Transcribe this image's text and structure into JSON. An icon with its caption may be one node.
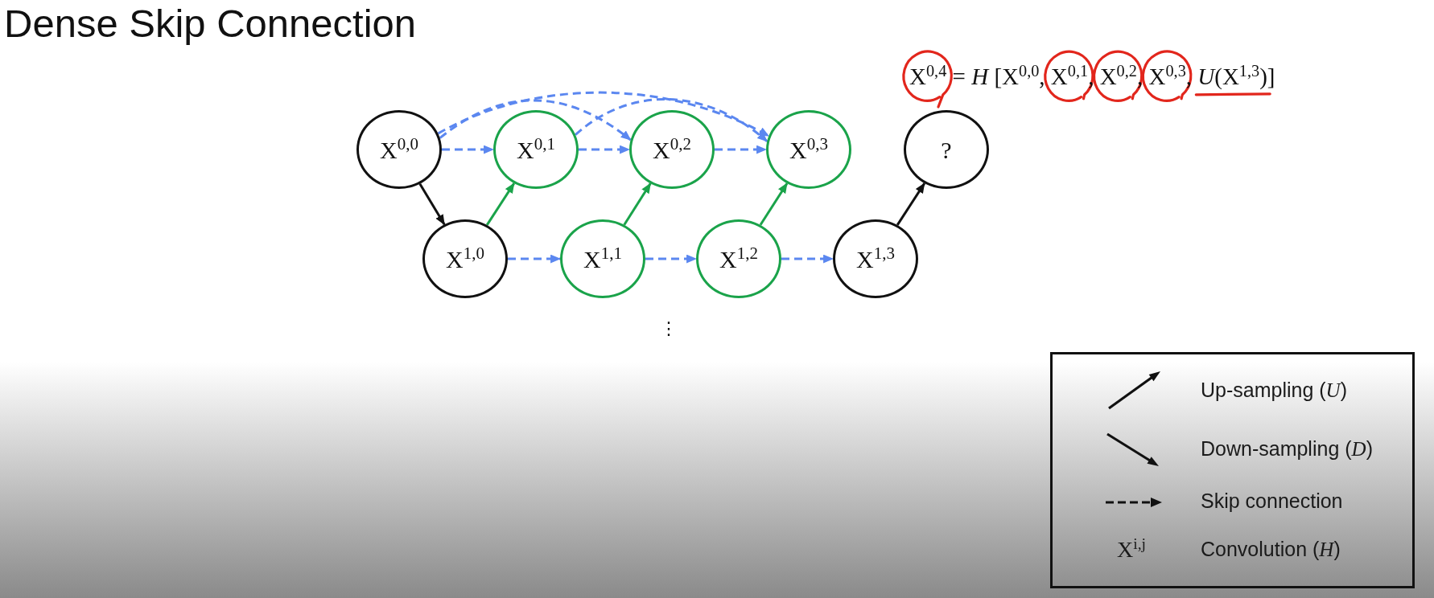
{
  "diagram": {
    "title": "Dense Skip Connection",
    "nodes": [
      {
        "text": [
          "X$^{0,0}$"
        ]
      },
      {
        "text": [
          "X$^{0,1}$"
        ]
      },
      {
        "text": [
          "X$^{0,2}$"
        ]
      },
      {
        "text": [
          "X$^{0,3}$"
        ]
      },
      {
        "text": [
          "?"
        ]
      },
      {
        "text": [
          "X$^{1,0}$"
        ]
      },
      {
        "text": [
          "X$^{1,1}$"
        ]
      },
      {
        "text": [
          "X$^{1,2}$"
        ]
      },
      {
        "text": [
          "X$^{1,3}$"
        ]
      }
    ],
    "edges": [
      {
        "from": 0,
        "to": 5,
        "arrow": "to",
        "color": "#111111"
      },
      {
        "from": 5,
        "to": 1,
        "arrow": "to",
        "color": "#1aa34a"
      },
      {
        "from": 6,
        "to": 2,
        "arrow": "to",
        "color": "#1aa34a"
      },
      {
        "from": 7,
        "to": 3,
        "arrow": "to",
        "color": "#1aa34a"
      },
      {
        "from": 8,
        "to": 4,
        "arrow": "to",
        "color": "#111111"
      },
      {
        "from": 0,
        "to": 1,
        "arrow": "to",
        "style": "dashed"
      },
      {
        "from": 1,
        "to": 2,
        "arrow": "to",
        "style": "dashed"
      },
      {
        "from": 2,
        "to": 3,
        "arrow": "to",
        "style": "dashed"
      },
      {
        "from": 5,
        "to": 6,
        "arrow": "to",
        "style": "dashed"
      },
      {
        "from": 6,
        "to": 7,
        "arrow": "to",
        "style": "dashed"
      },
      {
        "from": 7,
        "to": 8,
        "arrow": "to",
        "style": "dashed"
      },
      {
        "from": 0,
        "to": 2,
        "arrow": "to",
        "style": "dashed"
      },
      {
        "from": 0,
        "to": 3,
        "arrow": "to",
        "style": "dashed"
      },
      {
        "from": 1,
        "to": 3,
        "arrow": "to",
        "style": "dashed"
      }
    ],
    "labels": [
      "X$^{0,4}$ = *H* [X$^{0,0}$, X$^{0,1}$, X$^{0,2}$, X$^{0,3}$, *U*(X$^{1,3}$)]",
      "⋮",
      "X$^{i,j}$"
    ],
    "legend": [
      {
        "text": "Up-sampling (*U*)"
      },
      {
        "text": "Down-sampling (*D*)"
      },
      {
        "text": "Skip connection"
      },
      {
        "text": "Convolution (*H*)"
      }
    ]
  }
}
